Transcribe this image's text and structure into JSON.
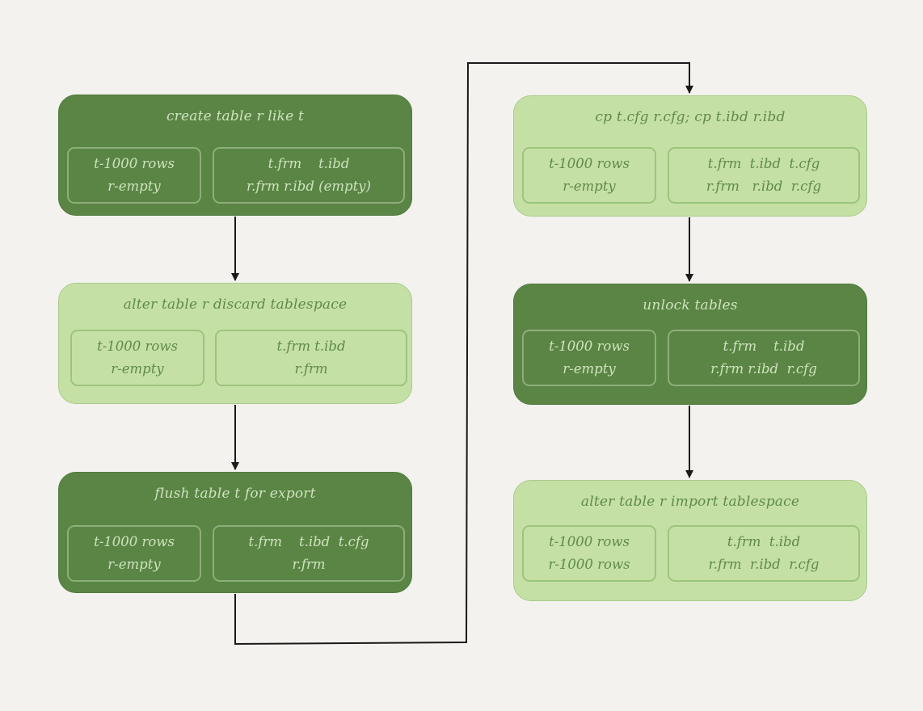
{
  "steps": [
    {
      "title": "create table r like t",
      "left_lines": [
        "t-1000 rows",
        "r-empty"
      ],
      "right_lines": [
        "t.frm    t.ibd",
        "r.frm r.ibd (empty)"
      ]
    },
    {
      "title": "alter table r discard tablespace",
      "left_lines": [
        "t-1000 rows",
        "r-empty"
      ],
      "right_lines": [
        "t.frm t.ibd",
        "r.frm"
      ]
    },
    {
      "title": "flush table t for export",
      "left_lines": [
        "t-1000 rows",
        "r-empty"
      ],
      "right_lines": [
        "t.frm    t.ibd  t.cfg",
        "r.frm"
      ]
    },
    {
      "title": "cp t.cfg r.cfg; cp t.ibd r.ibd",
      "left_lines": [
        "t-1000 rows",
        "r-empty"
      ],
      "right_lines": [
        "t.frm  t.ibd  t.cfg",
        "r.frm   r.ibd  r.cfg"
      ]
    },
    {
      "title": "unlock tables",
      "left_lines": [
        "t-1000 rows",
        "r-empty"
      ],
      "right_lines": [
        "t.frm    t.ibd",
        "r.frm r.ibd  r.cfg"
      ]
    },
    {
      "title": "alter table r import tablespace",
      "left_lines": [
        "t-1000 rows",
        "r-1000 rows"
      ],
      "right_lines": [
        "t.frm  t.ibd",
        "r.frm  r.ibd  r.cfg"
      ]
    }
  ],
  "colors": {
    "dark_fill": "#5a8545",
    "light_fill": "#c5e0a5",
    "background": "#f3f2ee",
    "arrow": "#1a1a1a"
  }
}
